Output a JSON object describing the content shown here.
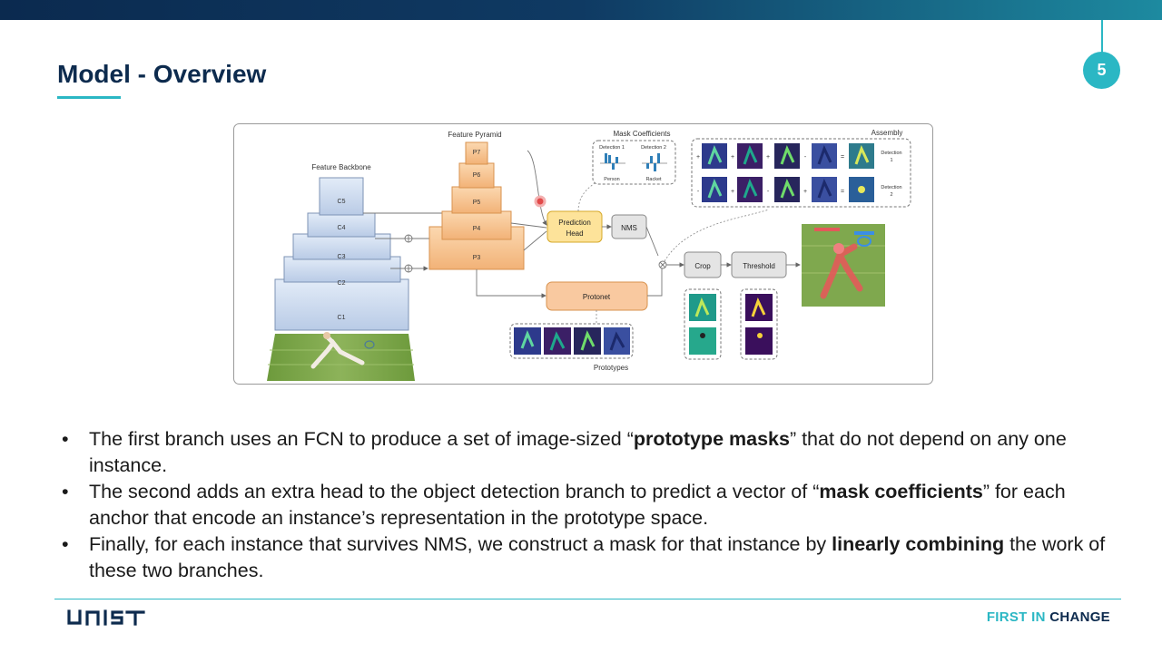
{
  "slide": {
    "title": "Model - Overview",
    "page_number": "5"
  },
  "figure": {
    "backbone_label": "Feature Backbone",
    "backbone_levels": [
      "C5",
      "C4",
      "C3",
      "C2",
      "C1"
    ],
    "pyramid_label": "Feature Pyramid",
    "pyramid_levels": [
      "P7",
      "P6",
      "P5",
      "P4",
      "P3"
    ],
    "mask_coefficients_label": "Mask Coefficients",
    "detection_1": "Detection 1",
    "detection_2": "Detection 2",
    "class_person": "Person",
    "class_racket": "Racket",
    "prediction_head": [
      "Prediction",
      "Head"
    ],
    "nms": "NMS",
    "protonet": "Protonet",
    "prototypes_label": "Prototypes",
    "assembly_label": "Assembly",
    "assembly_row_1": [
      "Detection",
      "1"
    ],
    "assembly_row_2": [
      "Detection",
      "2"
    ],
    "crop": "Crop",
    "threshold": "Threshold",
    "plus_sign": "+",
    "minus_sign": "-",
    "equals_sign": "="
  },
  "bullets": [
    {
      "before": "The first branch uses an FCN to produce a set of image-sized “",
      "bold": "prototype masks",
      "after": "” that do not depend on any one instance."
    },
    {
      "before": "The second adds an extra head to the object detection branch to predict a vector of “",
      "bold": "mask coefficients",
      "after": "” for each anchor that encode an instance’s representation in the prototype space."
    },
    {
      "before": "Finally, for each instance that survives NMS, we construct a mask for that instance by ",
      "bold": "linearly combining",
      "after": " the work of these two branches."
    }
  ],
  "footer": {
    "logo_text": "UNIST",
    "tagline_part1": "FIRST IN ",
    "tagline_part2": "CHANGE"
  },
  "colors": {
    "navy": "#0d2b4e",
    "teal": "#2bb7c4",
    "backbone_blue": "#c9d8ee",
    "pyramid_orange": "#f7c08a",
    "prediction_yellow": "#fde39a",
    "protonet_orange": "#f9c9a0"
  }
}
